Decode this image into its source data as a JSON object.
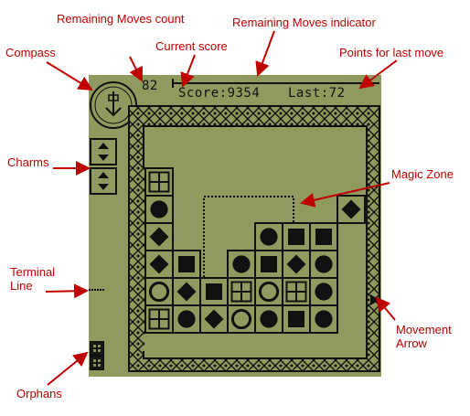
{
  "annotations": {
    "remaining_moves_count": "Remaining Moves count",
    "remaining_moves_indicator": "Remaining Moves indicator",
    "compass": "Compass",
    "current_score": "Current score",
    "points_last_move": "Points for last move",
    "charms": "Charms",
    "magic_zone": "Magic Zone",
    "terminal_line": "Terminal\nLine",
    "movement_arrow": "Movement\nArrow",
    "orphans": "Orphans"
  },
  "hud": {
    "moves": "82",
    "score_label": "Score:9354",
    "last_label": "Last:72"
  },
  "colors": {
    "lcd_bg": "#8f9a5e",
    "lcd_ink": "#111111",
    "annotation_red": "#c00000"
  },
  "board": {
    "columns": 8,
    "rows_visible": 6,
    "tiles": [
      [
        "cross",
        null,
        null,
        null,
        null,
        null,
        null,
        null
      ],
      [
        "circle",
        null,
        null,
        null,
        null,
        null,
        null,
        "diamond"
      ],
      [
        "diamond",
        null,
        null,
        null,
        "circle",
        "square",
        "square",
        null
      ],
      [
        "diamond",
        "square",
        null,
        "circle",
        "square",
        "diamond",
        "circle",
        null
      ],
      [
        "ring",
        "diamond",
        "square",
        "cross",
        "ring",
        "cross",
        "circle",
        null
      ],
      [
        "cross",
        "circle",
        "diamond",
        "ring",
        "circle",
        "square",
        "circle",
        null
      ]
    ]
  },
  "charms": [
    "charm-arrows-1",
    "charm-arrows-2"
  ],
  "orphans": [
    "cross",
    "cross"
  ]
}
